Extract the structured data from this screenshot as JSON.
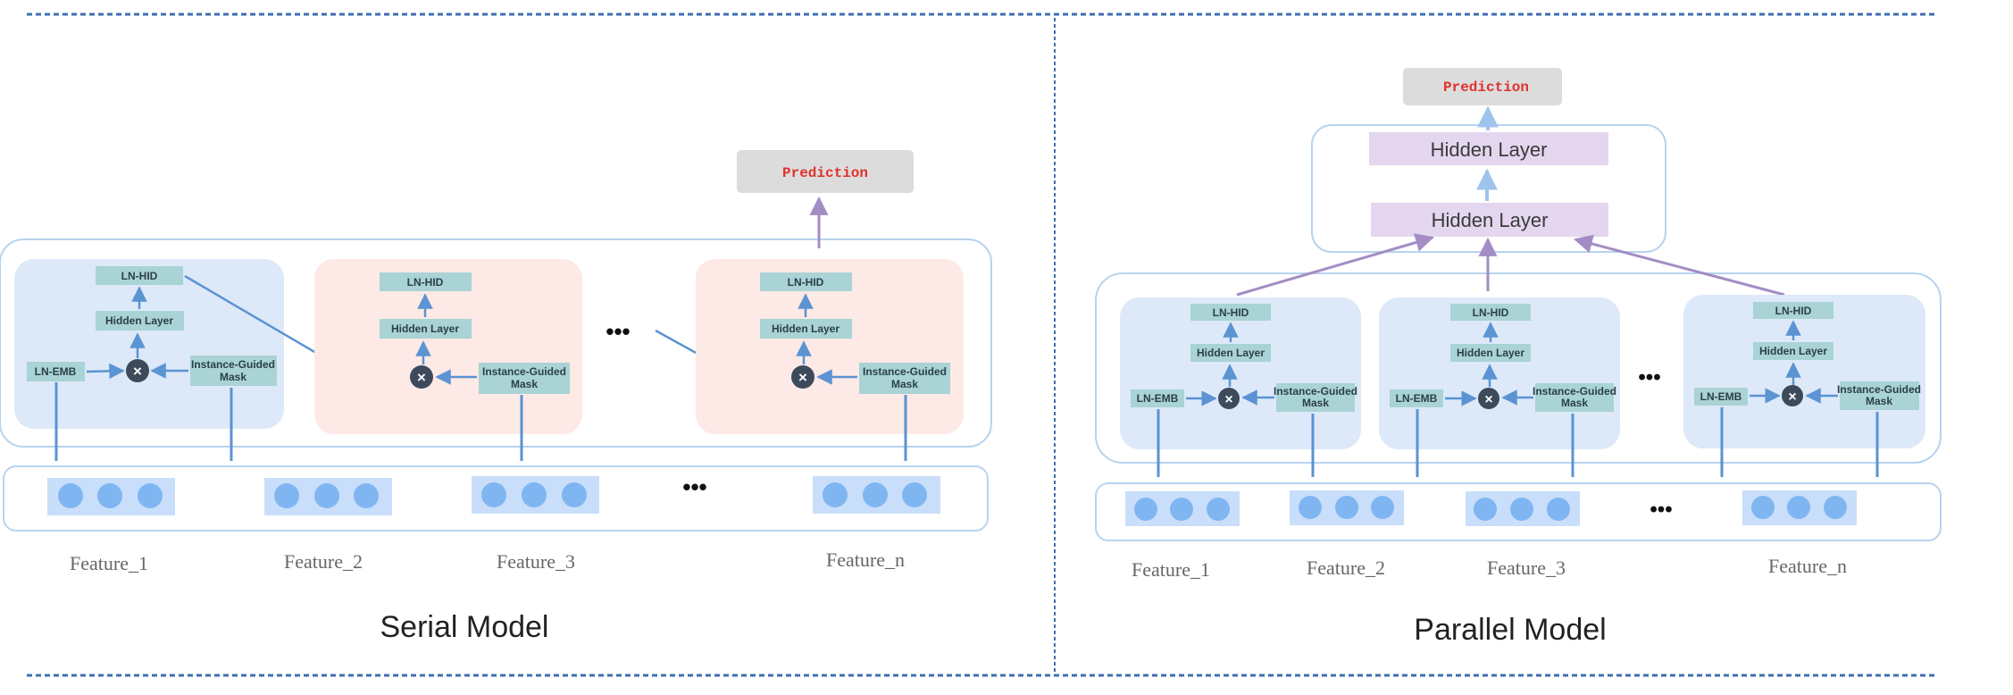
{
  "serial": {
    "title": "Serial Model",
    "prediction": "Prediction",
    "ln_hid": "LN-HID",
    "hidden_layer": "Hidden Layer",
    "ln_emb": "LN-EMB",
    "mask_line1": "Instance-Guided",
    "mask_line2": "Mask",
    "dots": "•••",
    "features": [
      "Feature_1",
      "Feature_2",
      "Feature_3",
      "Feature_n"
    ]
  },
  "parallel": {
    "title": "Parallel Model",
    "prediction": "Prediction",
    "hidden_layer_top": "Hidden Layer",
    "hidden_layer_bottom": "Hidden Layer",
    "ln_hid": "LN-HID",
    "hidden_layer": "Hidden Layer",
    "ln_emb": "LN-EMB",
    "mask_line1": "Instance-Guided",
    "mask_line2": "Mask",
    "dots": "•••",
    "features": [
      "Feature_1",
      "Feature_2",
      "Feature_3",
      "Feature_n"
    ]
  },
  "colors": {
    "block_blue": "#dde9f8",
    "block_pink": "#fde9e5",
    "teal_box": "#a9d3d4",
    "arrow": "#5b93d3",
    "purple_arrow": "#a38dc4",
    "hidden_purple": "#e3d6ee",
    "prediction_bg": "#dcdcdc",
    "prediction_text": "#e0322d",
    "dot_fill": "#7fb6f2",
    "dot_strip": "#c9defa"
  }
}
